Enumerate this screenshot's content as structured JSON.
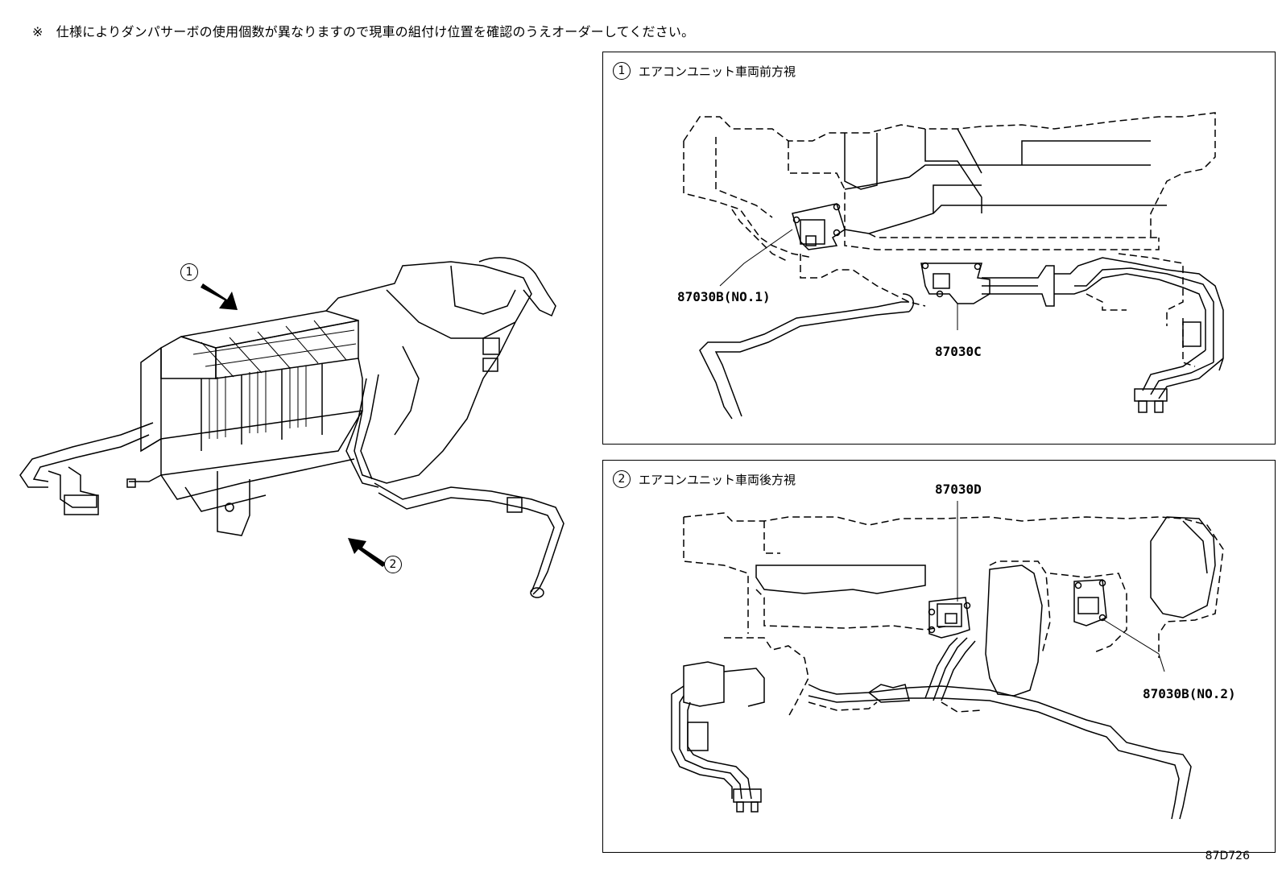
{
  "note": "※　仕様によりダンパサーボの使用個数が異なりますので現車の組付け位置を確認のうえオーダーしてください。",
  "view_markers": {
    "view1": "1",
    "view2": "2"
  },
  "panels": [
    {
      "number": "1",
      "title": "エアコンユニット車両前方視",
      "parts": [
        "87030B(NO.1)",
        "87030C"
      ]
    },
    {
      "number": "2",
      "title": "エアコンユニット車両後方視",
      "parts": [
        "87030D",
        "87030B(NO.2)"
      ]
    }
  ],
  "diagram_id": "87D726"
}
